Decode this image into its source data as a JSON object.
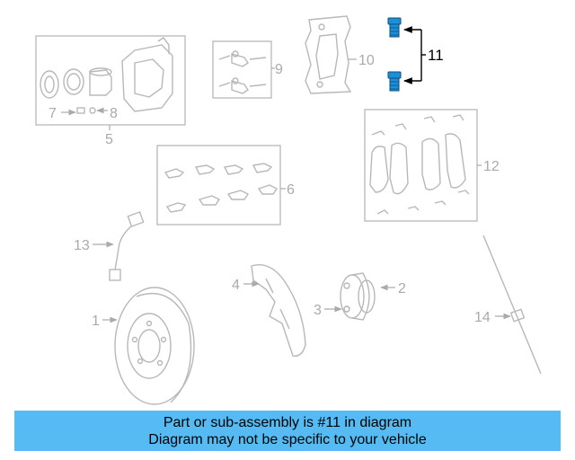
{
  "diagram": {
    "callouts": {
      "c1": "1",
      "c2": "2",
      "c3": "3",
      "c4": "4",
      "c5": "5",
      "c6": "6",
      "c7": "7",
      "c8": "8",
      "c9": "9",
      "c10": "10",
      "c11": "11",
      "c12": "12",
      "c13": "13",
      "c14": "14"
    },
    "highlight_color": "#1d8fd6",
    "highlighted_part": "11"
  },
  "banner": {
    "line1": "Part or sub-assembly is #11 in diagram",
    "line2": "Diagram may not be specific to your vehicle",
    "background": "#55bbf2"
  }
}
